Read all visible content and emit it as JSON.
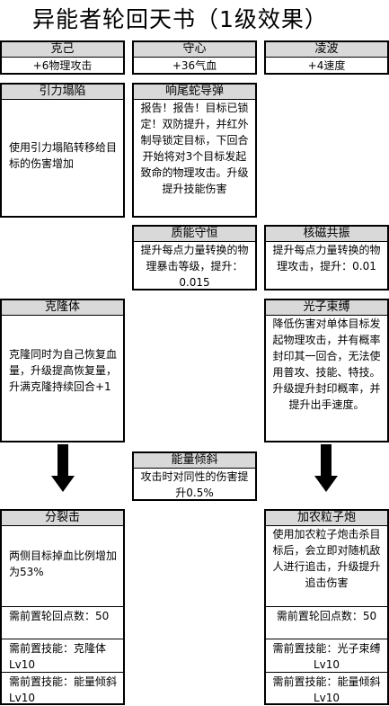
{
  "title": "异能者轮回天书（1级效果）",
  "top_row": [
    {
      "name": "克己",
      "value": "+6物理攻击"
    },
    {
      "name": "守心",
      "value": "+36气血"
    },
    {
      "name": "凌波",
      "value": "+4速度"
    }
  ],
  "yinli": {
    "name": "引力塌陷",
    "desc": "使用引力塌陷转移给目标的伤害增加"
  },
  "xiangwei": {
    "name": "响尾蛇导弹",
    "desc": "报告！报告！目标已锁定！双防提升，并红外制导锁定目标，下回合开始将对3个目标发起致命的物理攻击。升级提升技能伤害"
  },
  "zhineng": {
    "name": "质能守恒",
    "desc": "提升每点力量转换的物理暴击等级，提升：0.015"
  },
  "heci": {
    "name": "核磁共振",
    "desc": "提升每点力量转换的物理攻击，提升：0.01"
  },
  "kelong": {
    "name": "克隆体",
    "desc": "克隆同时为自己恢复血量，升级提高恢复量，升满克隆持续回合+1"
  },
  "guangzi": {
    "name": "光子束缚",
    "desc": "降低伤害对单体目标发起物理攻击，并有概率封印其一回合，无法使用普攻、技能、特技。升级提升封印概率，并提升出手速度。"
  },
  "nengliang": {
    "name": "能量倾斜",
    "desc": "攻击时对同性的伤害提升0.5%"
  },
  "fenlie": {
    "name": "分裂击",
    "desc": "两侧目标掉血比例增加为53%",
    "req1": "需前置轮回点数：50",
    "req2": "需前置技能：克隆体Lv10",
    "req3": "需前置技能：能量倾斜Lv10"
  },
  "jianong": {
    "name": "加农粒子炮",
    "desc": "使用加农粒子炮击杀目标后，会立即对随机敌人进行追击，升级提升追击伤害",
    "req1": "需前置轮回点数：50",
    "req2": "需前置技能：光子束缚Lv10",
    "req3": "需前置技能：能量倾斜Lv10"
  }
}
